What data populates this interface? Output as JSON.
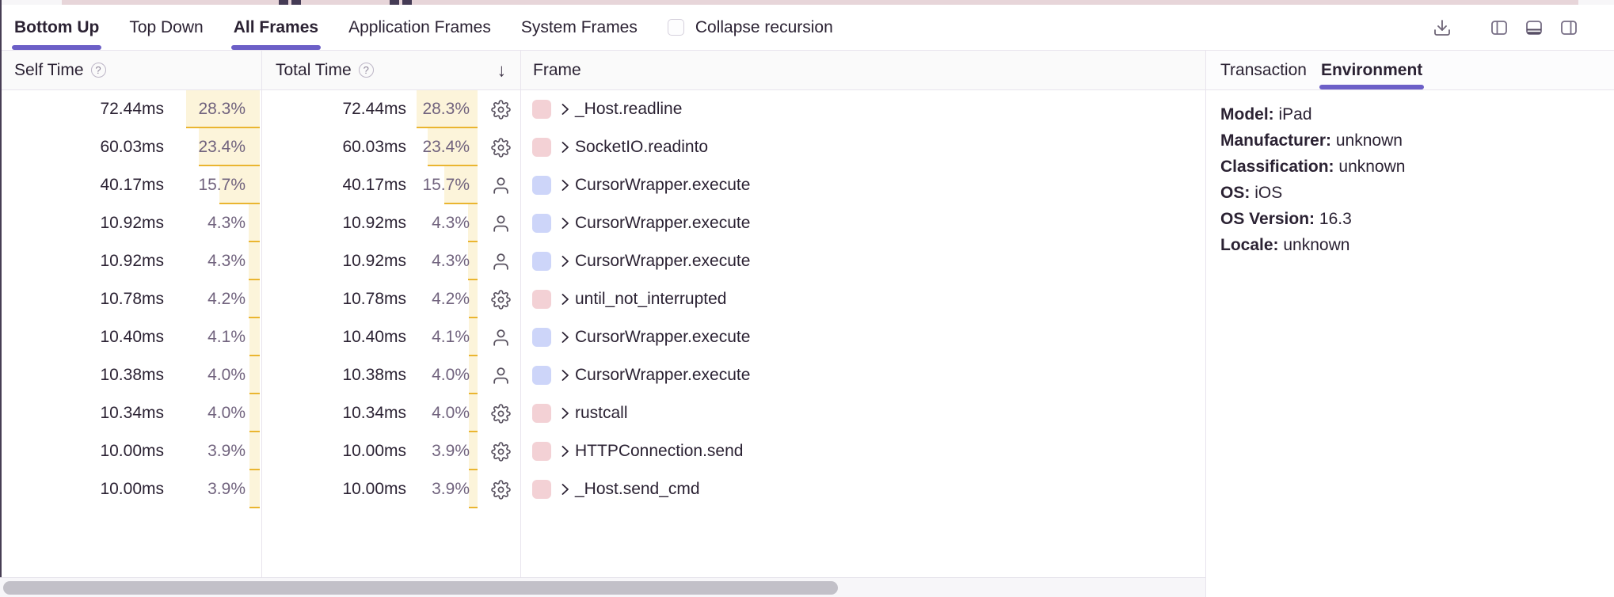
{
  "colors": {
    "accent_purple": "#6C5FC7",
    "border": "#e8e4ed",
    "weight_bar_bg": "#fcf4da",
    "weight_bar_border": "#eab530",
    "system_frame_swatch": "#f3d1d5",
    "application_frame_swatch": "#cdd5f9",
    "minimap_strip": "#e7d5d9"
  },
  "view_tabs": [
    {
      "label": "Bottom Up",
      "active": true
    },
    {
      "label": "Top Down",
      "active": false
    },
    {
      "label": "All Frames",
      "active": true
    },
    {
      "label": "Application Frames",
      "active": false
    },
    {
      "label": "System Frames",
      "active": false
    }
  ],
  "collapse_recursion": {
    "label": "Collapse recursion",
    "checked": false
  },
  "toolbar_icons": [
    {
      "name": "download-icon"
    },
    {
      "name": "panel-left-icon"
    },
    {
      "name": "panel-bottom-icon",
      "selected": true
    },
    {
      "name": "panel-right-icon"
    }
  ],
  "table": {
    "headers": {
      "self_time": "Self Time",
      "total_time": "Total Time",
      "frame": "Frame",
      "help_glyph": "?",
      "sort_glyph": "↓",
      "sort_direction": "descending"
    },
    "rows": [
      {
        "self_time": "72.44ms",
        "self_pct": "28.3%",
        "total_time": "72.44ms",
        "total_pct": "28.3%",
        "pct_value": 28.3,
        "frame_type": "system",
        "frame": "_Host.readline"
      },
      {
        "self_time": "60.03ms",
        "self_pct": "23.4%",
        "total_time": "60.03ms",
        "total_pct": "23.4%",
        "pct_value": 23.4,
        "frame_type": "system",
        "frame": "SocketIO.readinto"
      },
      {
        "self_time": "40.17ms",
        "self_pct": "15.7%",
        "total_time": "40.17ms",
        "total_pct": "15.7%",
        "pct_value": 15.7,
        "frame_type": "application",
        "frame": "CursorWrapper.execute"
      },
      {
        "self_time": "10.92ms",
        "self_pct": "4.3%",
        "total_time": "10.92ms",
        "total_pct": "4.3%",
        "pct_value": 4.3,
        "frame_type": "application",
        "frame": "CursorWrapper.execute"
      },
      {
        "self_time": "10.92ms",
        "self_pct": "4.3%",
        "total_time": "10.92ms",
        "total_pct": "4.3%",
        "pct_value": 4.3,
        "frame_type": "application",
        "frame": "CursorWrapper.execute"
      },
      {
        "self_time": "10.78ms",
        "self_pct": "4.2%",
        "total_time": "10.78ms",
        "total_pct": "4.2%",
        "pct_value": 4.2,
        "frame_type": "system",
        "frame": "until_not_interrupted"
      },
      {
        "self_time": "10.40ms",
        "self_pct": "4.1%",
        "total_time": "10.40ms",
        "total_pct": "4.1%",
        "pct_value": 4.1,
        "frame_type": "application",
        "frame": "CursorWrapper.execute"
      },
      {
        "self_time": "10.38ms",
        "self_pct": "4.0%",
        "total_time": "10.38ms",
        "total_pct": "4.0%",
        "pct_value": 4.0,
        "frame_type": "application",
        "frame": "CursorWrapper.execute"
      },
      {
        "self_time": "10.34ms",
        "self_pct": "4.0%",
        "total_time": "10.34ms",
        "total_pct": "4.0%",
        "pct_value": 4.0,
        "frame_type": "system",
        "frame": "rustcall"
      },
      {
        "self_time": "10.00ms",
        "self_pct": "3.9%",
        "total_time": "10.00ms",
        "total_pct": "3.9%",
        "pct_value": 3.9,
        "frame_type": "system",
        "frame": "HTTPConnection.send"
      },
      {
        "self_time": "10.00ms",
        "self_pct": "3.9%",
        "total_time": "10.00ms",
        "total_pct": "3.9%",
        "pct_value": 3.9,
        "frame_type": "system",
        "frame": "_Host.send_cmd"
      }
    ]
  },
  "details_panel": {
    "tabs": [
      {
        "label": "Transaction",
        "active": false
      },
      {
        "label": "Environment",
        "active": true
      }
    ],
    "environment": [
      {
        "label": "Model:",
        "value": "iPad"
      },
      {
        "label": "Manufacturer:",
        "value": "unknown"
      },
      {
        "label": "Classification:",
        "value": "unknown"
      },
      {
        "label": "OS:",
        "value": "iOS"
      },
      {
        "label": "OS Version:",
        "value": "16.3"
      },
      {
        "label": "Locale:",
        "value": "unknown"
      }
    ]
  }
}
